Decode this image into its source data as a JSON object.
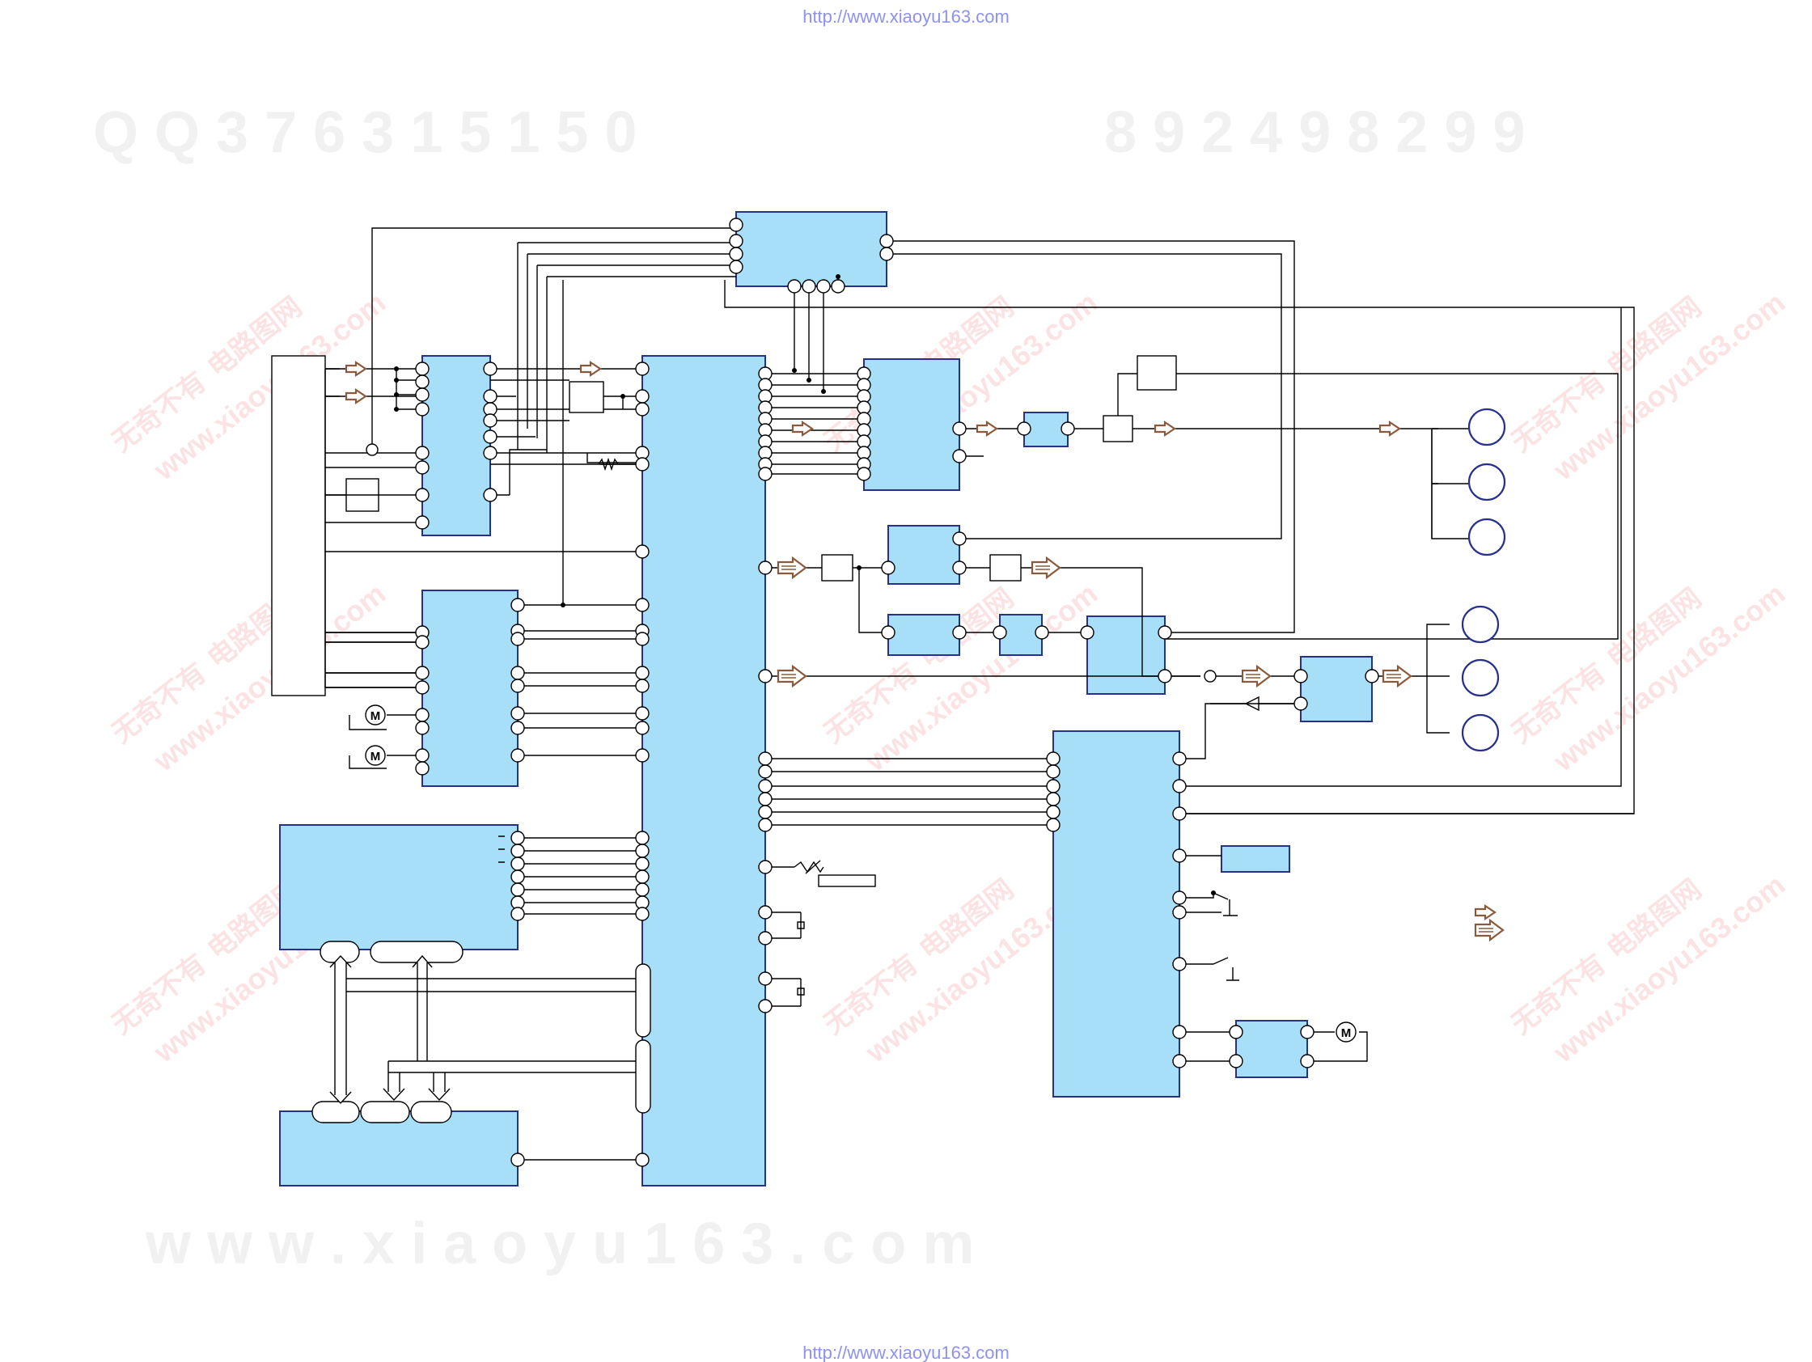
{
  "header_url": "http://www.xiaoyu163.com",
  "footer_url": "http://www.xiaoyu163.com",
  "watermark_qq": "Q Q   3 7 6 3 1 5 1 5 0",
  "watermark_phone": "8 9 2 4 9 8 2 9 9",
  "watermark_site": "w w w . x i a o y u 1 6 3 . c o m",
  "watermark_cn_1": "无奇不有",
  "watermark_cn_2": "电路图网",
  "watermark_site_diag": "www.xiaoyu163.com",
  "motor_label": "M",
  "colors": {
    "block": "#a7dff8",
    "block_border": "#28318a",
    "signal_arrow": "#8b5a3c",
    "url": "#8d92f0"
  }
}
